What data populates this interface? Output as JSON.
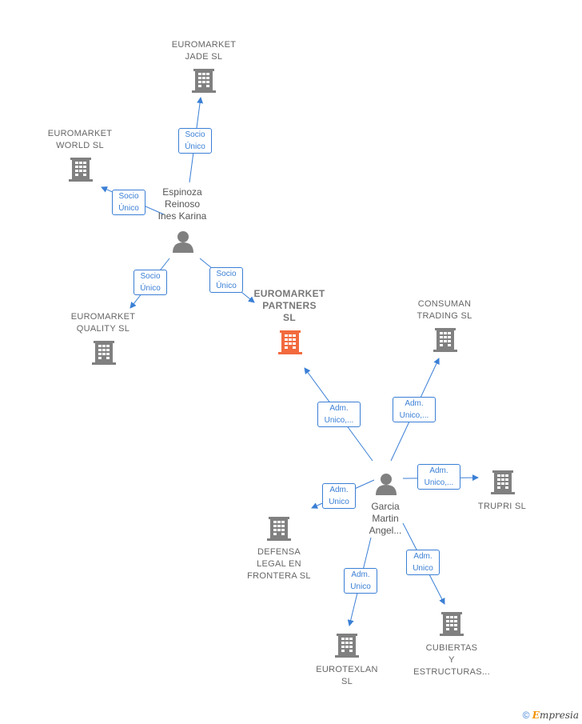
{
  "companies": {
    "jade": {
      "lines": [
        "EUROMARKET",
        "JADE  SL"
      ]
    },
    "world": {
      "lines": [
        "EUROMARKET",
        "WORLD  SL"
      ]
    },
    "quality": {
      "lines": [
        "EUROMARKET",
        "QUALITY  SL"
      ]
    },
    "partners": {
      "lines": [
        "EUROMARKET",
        "PARTNERS",
        "SL"
      ]
    },
    "consuman": {
      "lines": [
        "CONSUMAN",
        "TRADING  SL"
      ]
    },
    "trupri": {
      "lines": [
        "TRUPRI SL"
      ]
    },
    "defensa": {
      "lines": [
        "DEFENSA",
        "LEGAL EN",
        "FRONTERA  SL"
      ]
    },
    "eurotexlan": {
      "lines": [
        "EUROTEXLAN",
        "SL"
      ]
    },
    "cubiertas": {
      "lines": [
        "CUBIERTAS",
        "Y",
        "ESTRUCTURAS..."
      ]
    }
  },
  "persons": {
    "espinoza": {
      "lines": [
        "Espinoza",
        "Reinoso",
        "Ines Karina"
      ]
    },
    "garcia": {
      "lines": [
        "Garcia",
        "Martin",
        "Angel..."
      ]
    }
  },
  "relations": {
    "esp_jade": {
      "lines": [
        "Socio",
        "Único"
      ]
    },
    "esp_world": {
      "lines": [
        "Socio",
        "Único"
      ]
    },
    "esp_quality": {
      "lines": [
        "Socio",
        "Único"
      ]
    },
    "esp_partners": {
      "lines": [
        "Socio",
        "Único"
      ]
    },
    "gar_partners": {
      "lines": [
        "Adm.",
        "Unico,..."
      ]
    },
    "gar_consuman": {
      "lines": [
        "Adm.",
        "Unico,..."
      ]
    },
    "gar_trupri": {
      "lines": [
        "Adm.",
        "Unico,..."
      ]
    },
    "gar_defensa": {
      "lines": [
        "Adm.",
        "Unico"
      ]
    },
    "gar_eurotexlan": {
      "lines": [
        "Adm.",
        "Unico"
      ]
    },
    "gar_cubiertas": {
      "lines": [
        "Adm.",
        "Unico"
      ]
    }
  },
  "colors": {
    "edge": "#3a7fd5",
    "node": "#808080",
    "highlight": "#f26a3d"
  },
  "footer": {
    "copyright": "©",
    "brand_initial": "E",
    "brand_rest": "mpresia"
  }
}
